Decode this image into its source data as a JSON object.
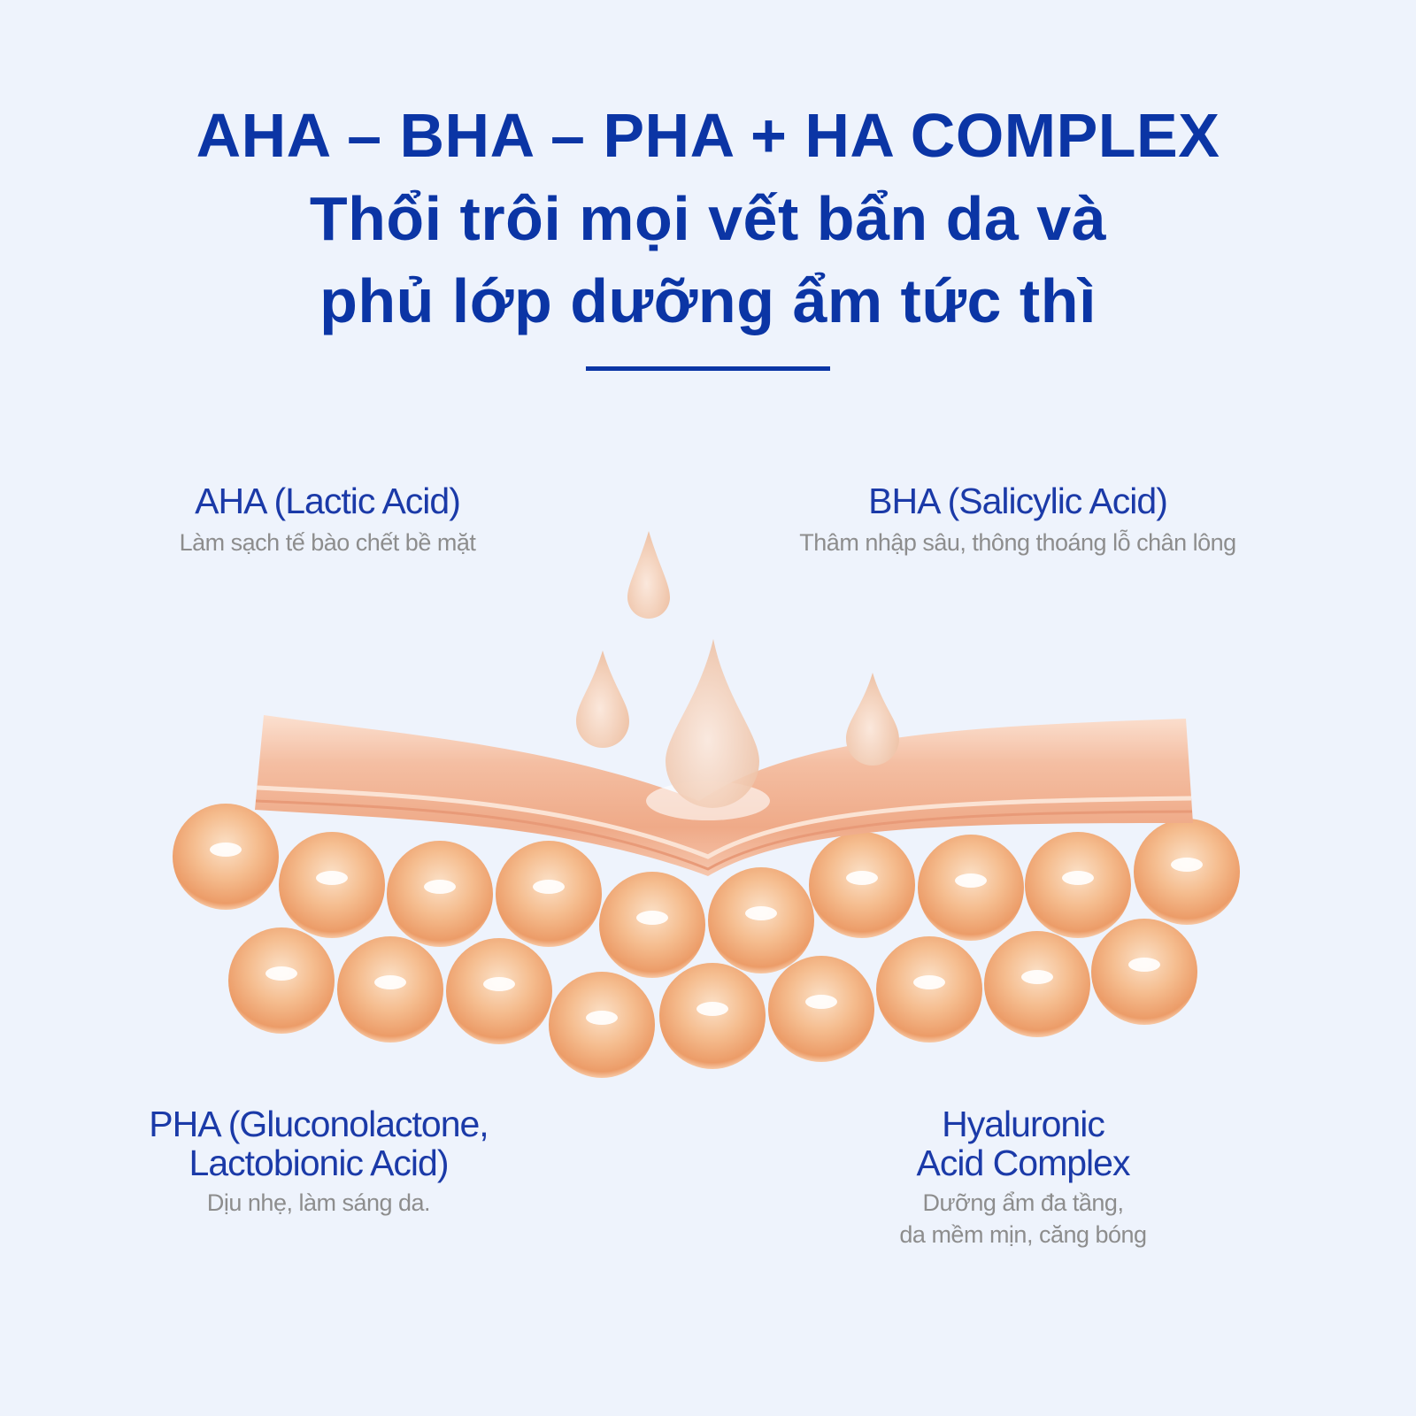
{
  "header": {
    "line1": "AHA – BHA – PHA + HA COMPLEX",
    "line2": "Thổi trôi mọi vết bẩn da và",
    "line3": "phủ lớp dưỡng ẩm tức thì"
  },
  "ingredients": [
    {
      "name": "AHA (Lactic Acid)",
      "desc": "Làm sạch tế bào chết bề mặt"
    },
    {
      "name": "BHA (Salicylic Acid)",
      "desc": "Thâm nhập sâu, thông thoáng lỗ chân lông"
    },
    {
      "name_line1": "PHA (Gluconolactone,",
      "name_line2": "Lactobionic Acid)",
      "desc": "Dịu nhẹ, làm sáng da."
    },
    {
      "name_line1": "Hyaluronic",
      "name_line2": "Acid Complex",
      "desc_line1": "Dưỡng ẩm đa tầng,",
      "desc_line2": "da mềm mịn, căng bóng"
    }
  ],
  "colors": {
    "accent": "#0b35a5",
    "background": "#eef3fc",
    "muted": "#8d8d8d",
    "skin": "#f2b99a"
  }
}
